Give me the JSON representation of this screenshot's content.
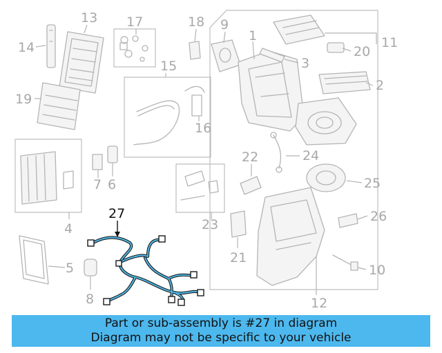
{
  "diagram": {
    "highlighted_part": "27",
    "callouts": [
      "1",
      "2",
      "3",
      "4",
      "5",
      "6",
      "7",
      "8",
      "9",
      "10",
      "11",
      "12",
      "13",
      "14",
      "15",
      "16",
      "17",
      "18",
      "19",
      "20",
      "21",
      "22",
      "23",
      "24",
      "25",
      "26"
    ]
  },
  "banner": {
    "line1": "Part or sub-assembly is #27 in diagram",
    "line2": "Diagram may not be specific to your vehicle"
  },
  "colors": {
    "banner_bg": "#4db8ee",
    "harness_highlight": "#4fb8e6",
    "part_lines": "#b4b4b4"
  }
}
